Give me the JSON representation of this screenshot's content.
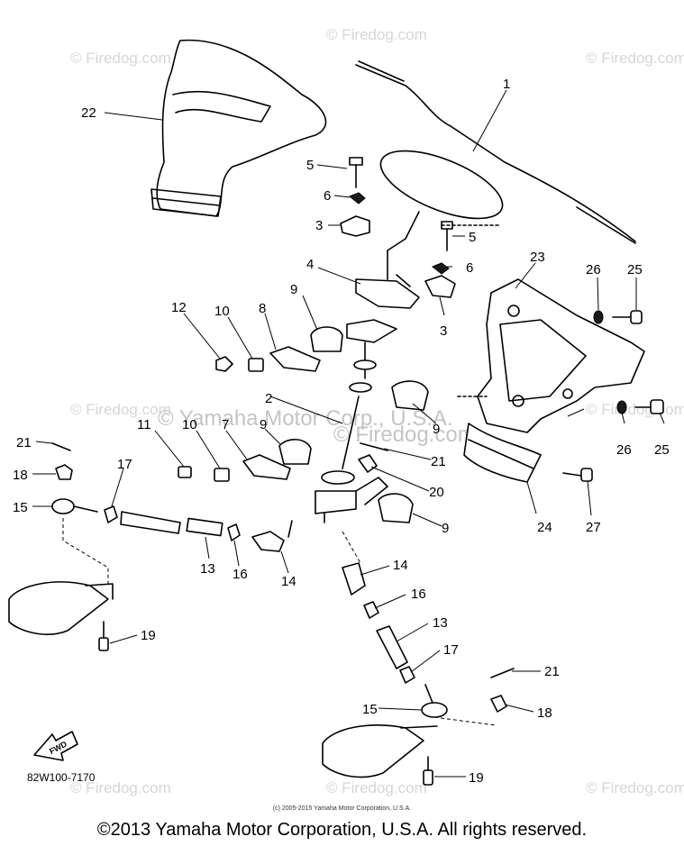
{
  "watermarks": [
    "© Firedog.com",
    "© Firedog.com",
    "© Firedog.com",
    "© Firedog.com",
    "© Firedog.com",
    "© Firedog.com",
    "© Firedog.com",
    "© Firedog.com",
    "© Firedog.com"
  ],
  "watermark_center": "© Yamaha Motor Corp., U.S.A.",
  "watermark_firedog_center": "© Firedog.com",
  "callouts": [
    "1",
    "2",
    "3",
    "3",
    "4",
    "5",
    "5",
    "6",
    "6",
    "7",
    "8",
    "9",
    "9",
    "9",
    "9",
    "10",
    "10",
    "11",
    "12",
    "13",
    "13",
    "14",
    "14",
    "15",
    "15",
    "16",
    "16",
    "17",
    "17",
    "18",
    "18",
    "19",
    "19",
    "20",
    "21",
    "21",
    "21",
    "22",
    "23",
    "24",
    "25",
    "25",
    "26",
    "26",
    "27"
  ],
  "fwd_label": "FWD",
  "diagram_code": "82W100-7170",
  "small_copyright": "(c) 2005-2015 Yamaha Motor Corporation, U.S.A.",
  "caption": "©2013 Yamaha Motor Corporation, U.S.A. All rights reserved."
}
